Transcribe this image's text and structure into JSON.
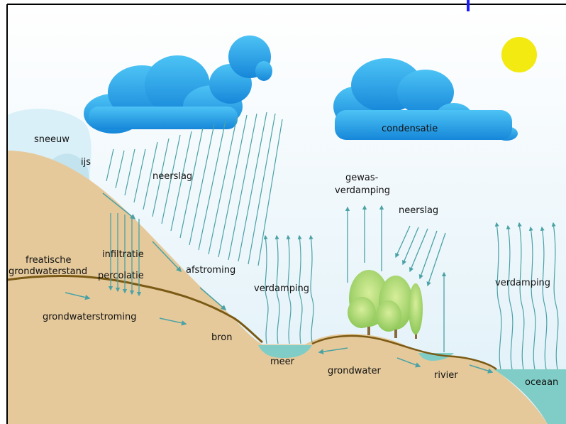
{
  "diagram": {
    "labels": {
      "sneeuw": "sneeuw",
      "ijs": "ijs",
      "neerslag_left": "neerslag",
      "condensatie": "condensatie",
      "gewas_1": "gewas-",
      "gewas_2": "verdamping",
      "neerslag_right": "neerslag",
      "freatische_1": "freatische",
      "freatische_2": "grondwaterstand",
      "infiltratie": "infiltratie",
      "percolatie": "percolatie",
      "afstroming": "afstroming",
      "verdamping_lake": "verdamping",
      "verdamping_ocean": "verdamping",
      "grondwaterstroming": "grondwaterstroming",
      "bron": "bron",
      "meer": "meer",
      "grondwater": "grondwater",
      "rivier": "rivier",
      "oceaan": "oceaan"
    },
    "colors": {
      "sky": "#e8f4fa",
      "ground": "#e5c99b",
      "cloud": "#1f9ee6",
      "sun": "#f2ea10",
      "water": "#7fcdc6",
      "arrow": "#4aa2a5",
      "water_table": "#7a5a14",
      "frame": "#000000",
      "accent": "#1a1aff"
    }
  }
}
